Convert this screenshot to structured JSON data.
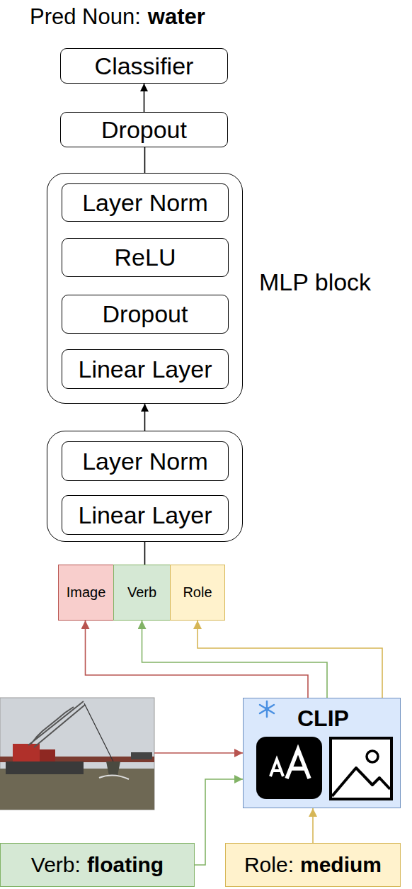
{
  "diagram": {
    "nodes": [
      {
        "text": [
          "Classifier"
        ]
      },
      {
        "text": [
          "Dropout"
        ]
      },
      {
        "text": [
          "MLP block"
        ]
      },
      {
        "text": [
          "Layer Norm"
        ],
        "in": 2
      },
      {
        "text": [
          "ReLU"
        ],
        "in": 2
      },
      {
        "text": [
          "Dropout"
        ],
        "in": 2
      },
      {
        "text": [
          "Linear Layer"
        ],
        "in": 2
      },
      {
        "text": []
      },
      {
        "text": [
          "Layer Norm"
        ],
        "in": 7
      },
      {
        "text": [
          "Linear Layer"
        ],
        "in": 7
      },
      {
        "text": [
          "Image"
        ]
      },
      {
        "text": [
          "Verb"
        ]
      },
      {
        "text": [
          "Role"
        ]
      },
      {
        "text": [
          "CLIP"
        ]
      },
      {
        "text": [
          "Verb:",
          "floating"
        ]
      },
      {
        "text": [
          "Role:",
          "medium"
        ]
      }
    ],
    "edges": [
      {
        "from": 1,
        "to": 0,
        "arrow": "to"
      },
      {
        "from": 2,
        "to": 1,
        "arrow": "none"
      },
      {
        "from": 7,
        "to": 2,
        "arrow": "to"
      },
      {
        "from": 11,
        "to": 7,
        "arrow": "none"
      },
      {
        "from": 13,
        "to": 10,
        "arrow": "to"
      },
      {
        "from": 13,
        "to": 11,
        "arrow": "to"
      },
      {
        "from": 13,
        "to": 12,
        "arrow": "to"
      },
      {
        "from": 14,
        "to": 13,
        "arrow": "to"
      },
      {
        "from": 15,
        "to": 13,
        "arrow": "to"
      }
    ],
    "labels": [
      "Pred Noun:",
      "water"
    ]
  }
}
